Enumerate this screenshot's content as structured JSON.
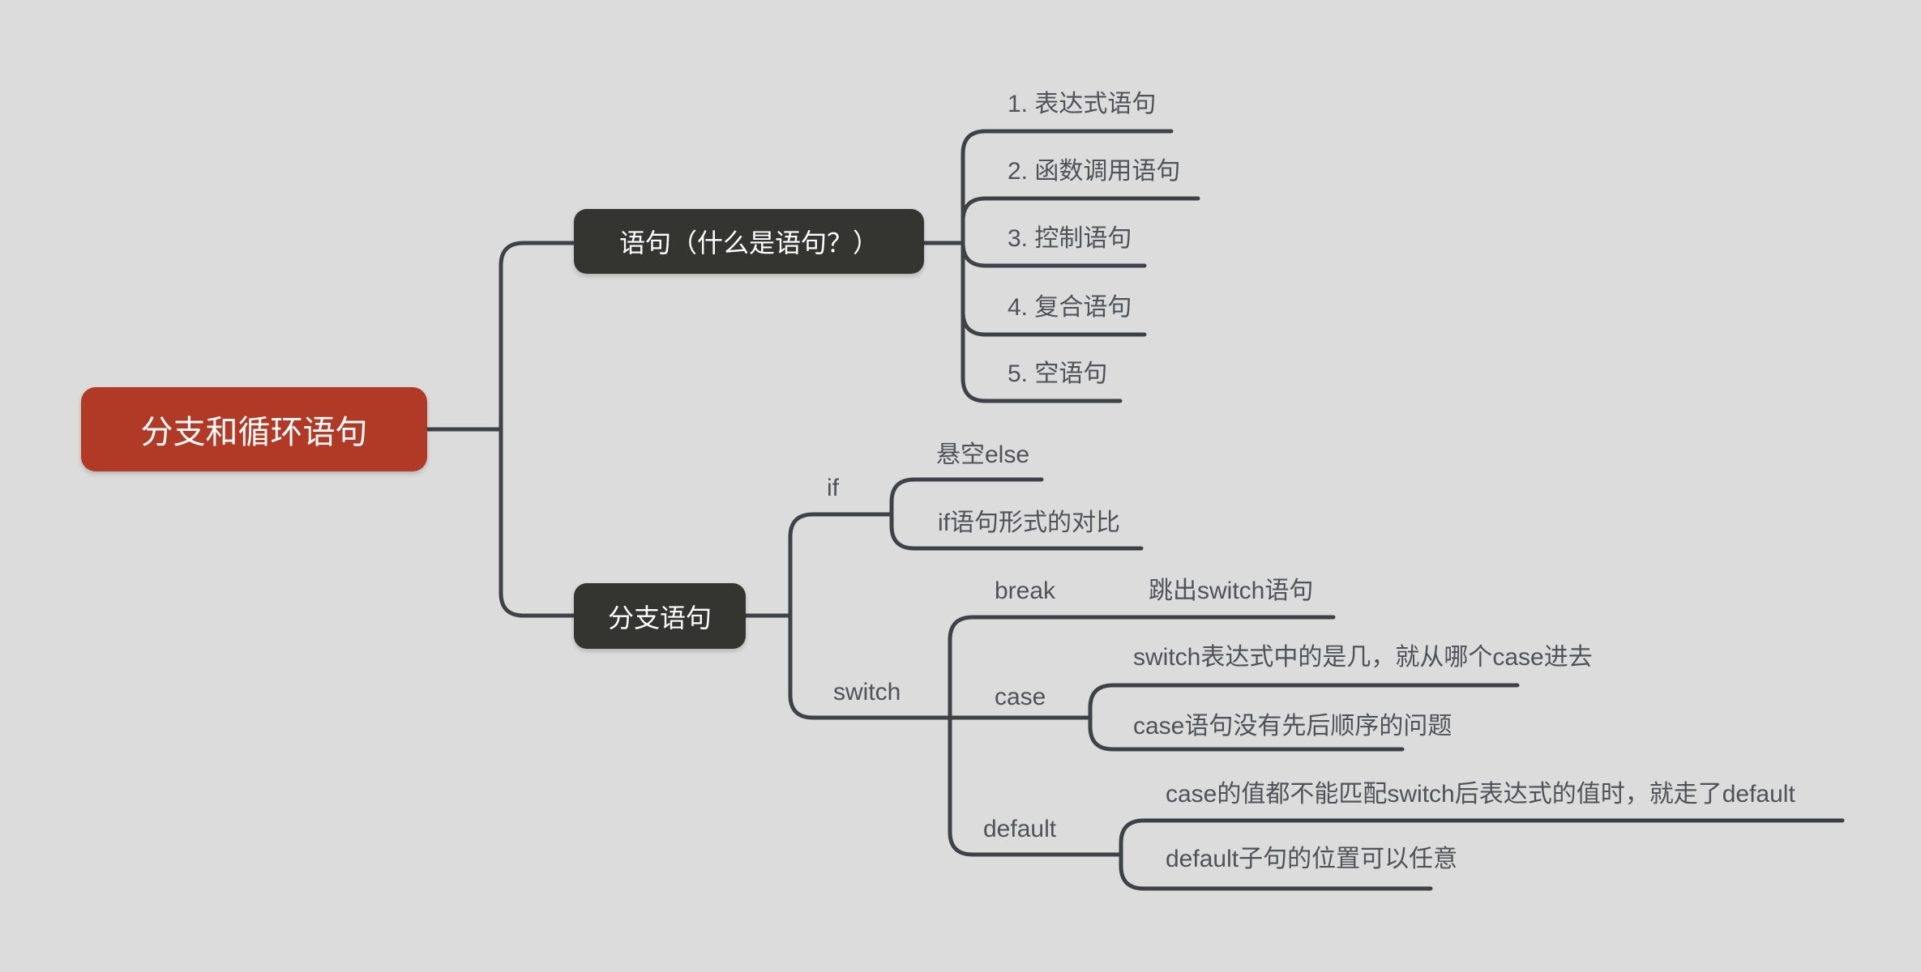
{
  "canvas": {
    "background_color": "#dcdcdc",
    "line_color": "#3e4247",
    "label_text_color": "#505257",
    "root_fill_color": "#b13a26",
    "topic_fill_color": "#343430",
    "node_text_color": "#ffffff"
  },
  "mindmap": {
    "root": {
      "label": "分支和循环语句"
    },
    "statement": {
      "label": "语句（什么是语句？）",
      "children": [
        "1. 表达式语句",
        "2. 函数调用语句",
        "3. 控制语句",
        "4. 复合语句",
        "5. 空语句"
      ]
    },
    "branch": {
      "label": "分支语句",
      "if": {
        "label": "if",
        "children": [
          "悬空else",
          "if语句形式的对比"
        ]
      },
      "switch": {
        "label": "switch",
        "break": {
          "label": "break",
          "note": "跳出switch语句"
        },
        "case": {
          "label": "case",
          "children": [
            "switch表达式中的是几，就从哪个case进去",
            "case语句没有先后顺序的问题"
          ]
        },
        "default": {
          "label": "default",
          "children": [
            "case的值都不能匹配switch后表达式的值时，就走了default",
            "default子句的位置可以任意"
          ]
        }
      }
    }
  }
}
